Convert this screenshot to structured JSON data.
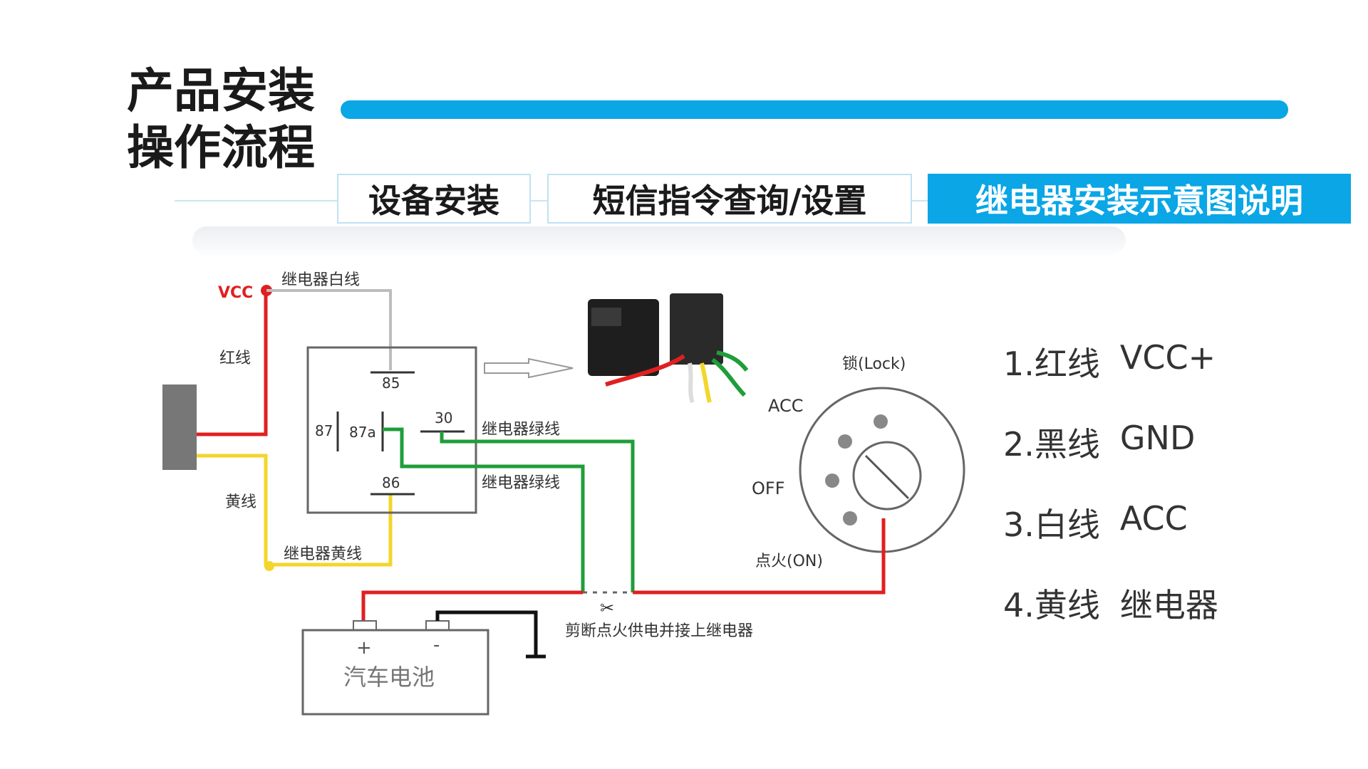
{
  "page": {
    "title_line1": "产品安装",
    "title_line2": "操作流程"
  },
  "tabs": [
    {
      "label": "设备安装",
      "active": false
    },
    {
      "label": "短信指令查询/设置",
      "active": false
    },
    {
      "label": "继电器安装示意图说明",
      "active": true
    }
  ],
  "diagram": {
    "vcc": "VCC",
    "relay_white_wire": "继电器白线",
    "red_wire": "红线",
    "yellow_wire": "黄线",
    "relay_yellow_wire": "继电器黄线",
    "relay_green_wire_1": "继电器绿线",
    "relay_green_wire_2": "继电器绿线",
    "pin_85": "85",
    "pin_87": "87",
    "pin_87a": "87a",
    "pin_30": "30",
    "pin_86": "86",
    "lock_label": "锁(Lock)",
    "acc_label": "ACC",
    "off_label": "OFF",
    "on_label": "点火(ON)",
    "cut_note": "剪断点火供电并接上继电器",
    "battery_plus": "+",
    "battery_minus": "-",
    "battery_label": "汽车电池"
  },
  "legend": [
    {
      "num": "1.红线",
      "code": "VCC+"
    },
    {
      "num": "2.黑线",
      "code": "GND"
    },
    {
      "num": "3.白线",
      "code": "ACC"
    },
    {
      "num": "4.黄线",
      "code": "继电器"
    }
  ],
  "colors": {
    "accent": "#0aa6e6",
    "red_wire": "#e02020",
    "yellow_wire": "#f3d62b",
    "green_wire": "#1f9d3a",
    "white_wire": "#bdbdbd"
  }
}
